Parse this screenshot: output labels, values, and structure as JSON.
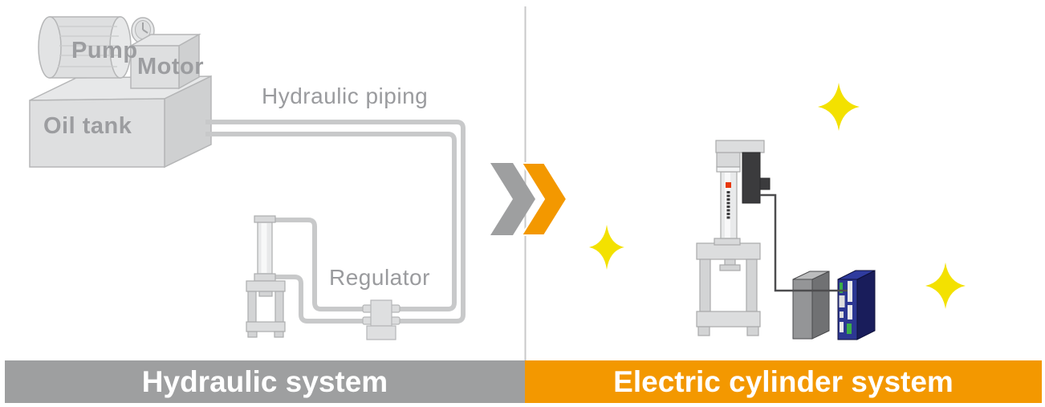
{
  "hydraulic_system": {
    "banner_label": "Hydraulic system",
    "labels": {
      "pump": "Pump",
      "motor": "Motor",
      "oil_tank": "Oil tank",
      "piping": "Hydraulic piping",
      "regulator": "Regulator"
    }
  },
  "electric_system": {
    "banner_label": "Electric cylinder system"
  },
  "icons": {
    "transition_arrow": "double-chevron-right-icon",
    "sparkle": "sparkle-icon",
    "gauge": "gauge-icon"
  },
  "colors": {
    "accent_orange": "#F39800",
    "banner_gray": "#9E9FA0",
    "sparkle_yellow": "#F3E100",
    "machine_light_gray": "#DEDFE0",
    "pipe_gray": "#C8C9CA",
    "motor_dark": "#3B3B3D",
    "controller_blue": "#2C3792",
    "connector_green": "#3BAE49",
    "brand_label_red": "#E8380D",
    "label_text_gray": "#9A9B9E"
  }
}
